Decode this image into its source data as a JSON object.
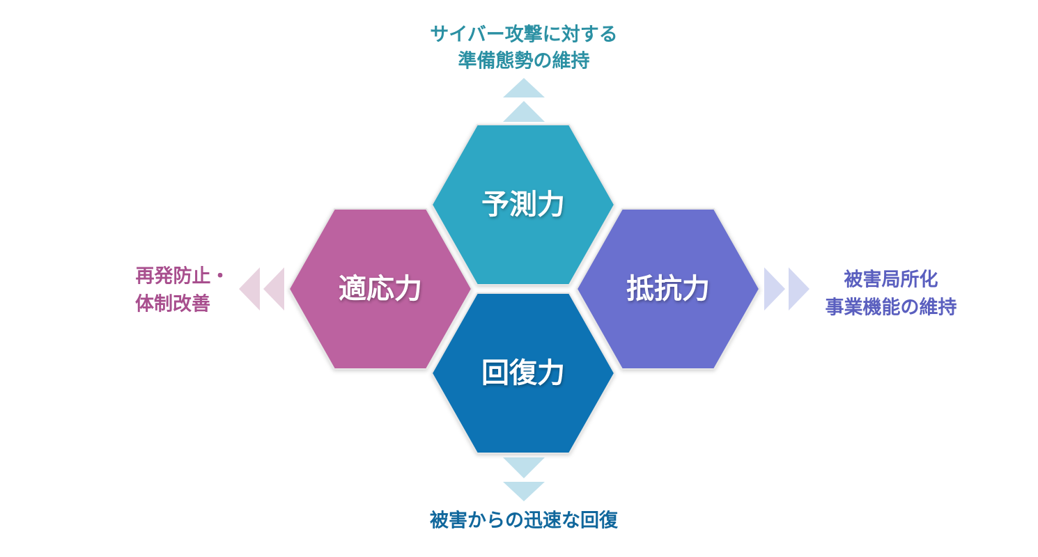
{
  "colors": {
    "predict": "#2fa7c4",
    "resist": "#6a70cf",
    "adapt": "#bc62a0",
    "recover": "#0a73b4",
    "predict_text": "#2b90a3",
    "resist_text": "#5a5fbf",
    "adapt_text": "#a84f8e",
    "recover_text": "#10679c",
    "arrow_up": "#bfe0ec",
    "arrow_down": "#bfe0ec",
    "arrow_left": "#e8d2df",
    "arrow_right": "#d3d8f2",
    "hex_border": "#e6e6e6"
  },
  "hexagons": {
    "predict": {
      "label": "予測力"
    },
    "adapt": {
      "label": "適応力"
    },
    "resist": {
      "label": "抵抗力"
    },
    "recover": {
      "label": "回復力"
    }
  },
  "outcomes": {
    "top": {
      "line1": "サイバー攻撃に対する",
      "line2": "準備態勢の維持"
    },
    "left": {
      "line1": "再発防止・",
      "line2": "体制改善"
    },
    "right": {
      "line1": "被害局所化",
      "line2": "事業機能の維持"
    },
    "bottom": {
      "line1": "被害からの迅速な回復"
    }
  },
  "icons": {
    "arrow_up": "double-chevron-up-icon",
    "arrow_down": "double-chevron-down-icon",
    "arrow_left": "double-chevron-left-icon",
    "arrow_right": "double-chevron-right-icon"
  }
}
